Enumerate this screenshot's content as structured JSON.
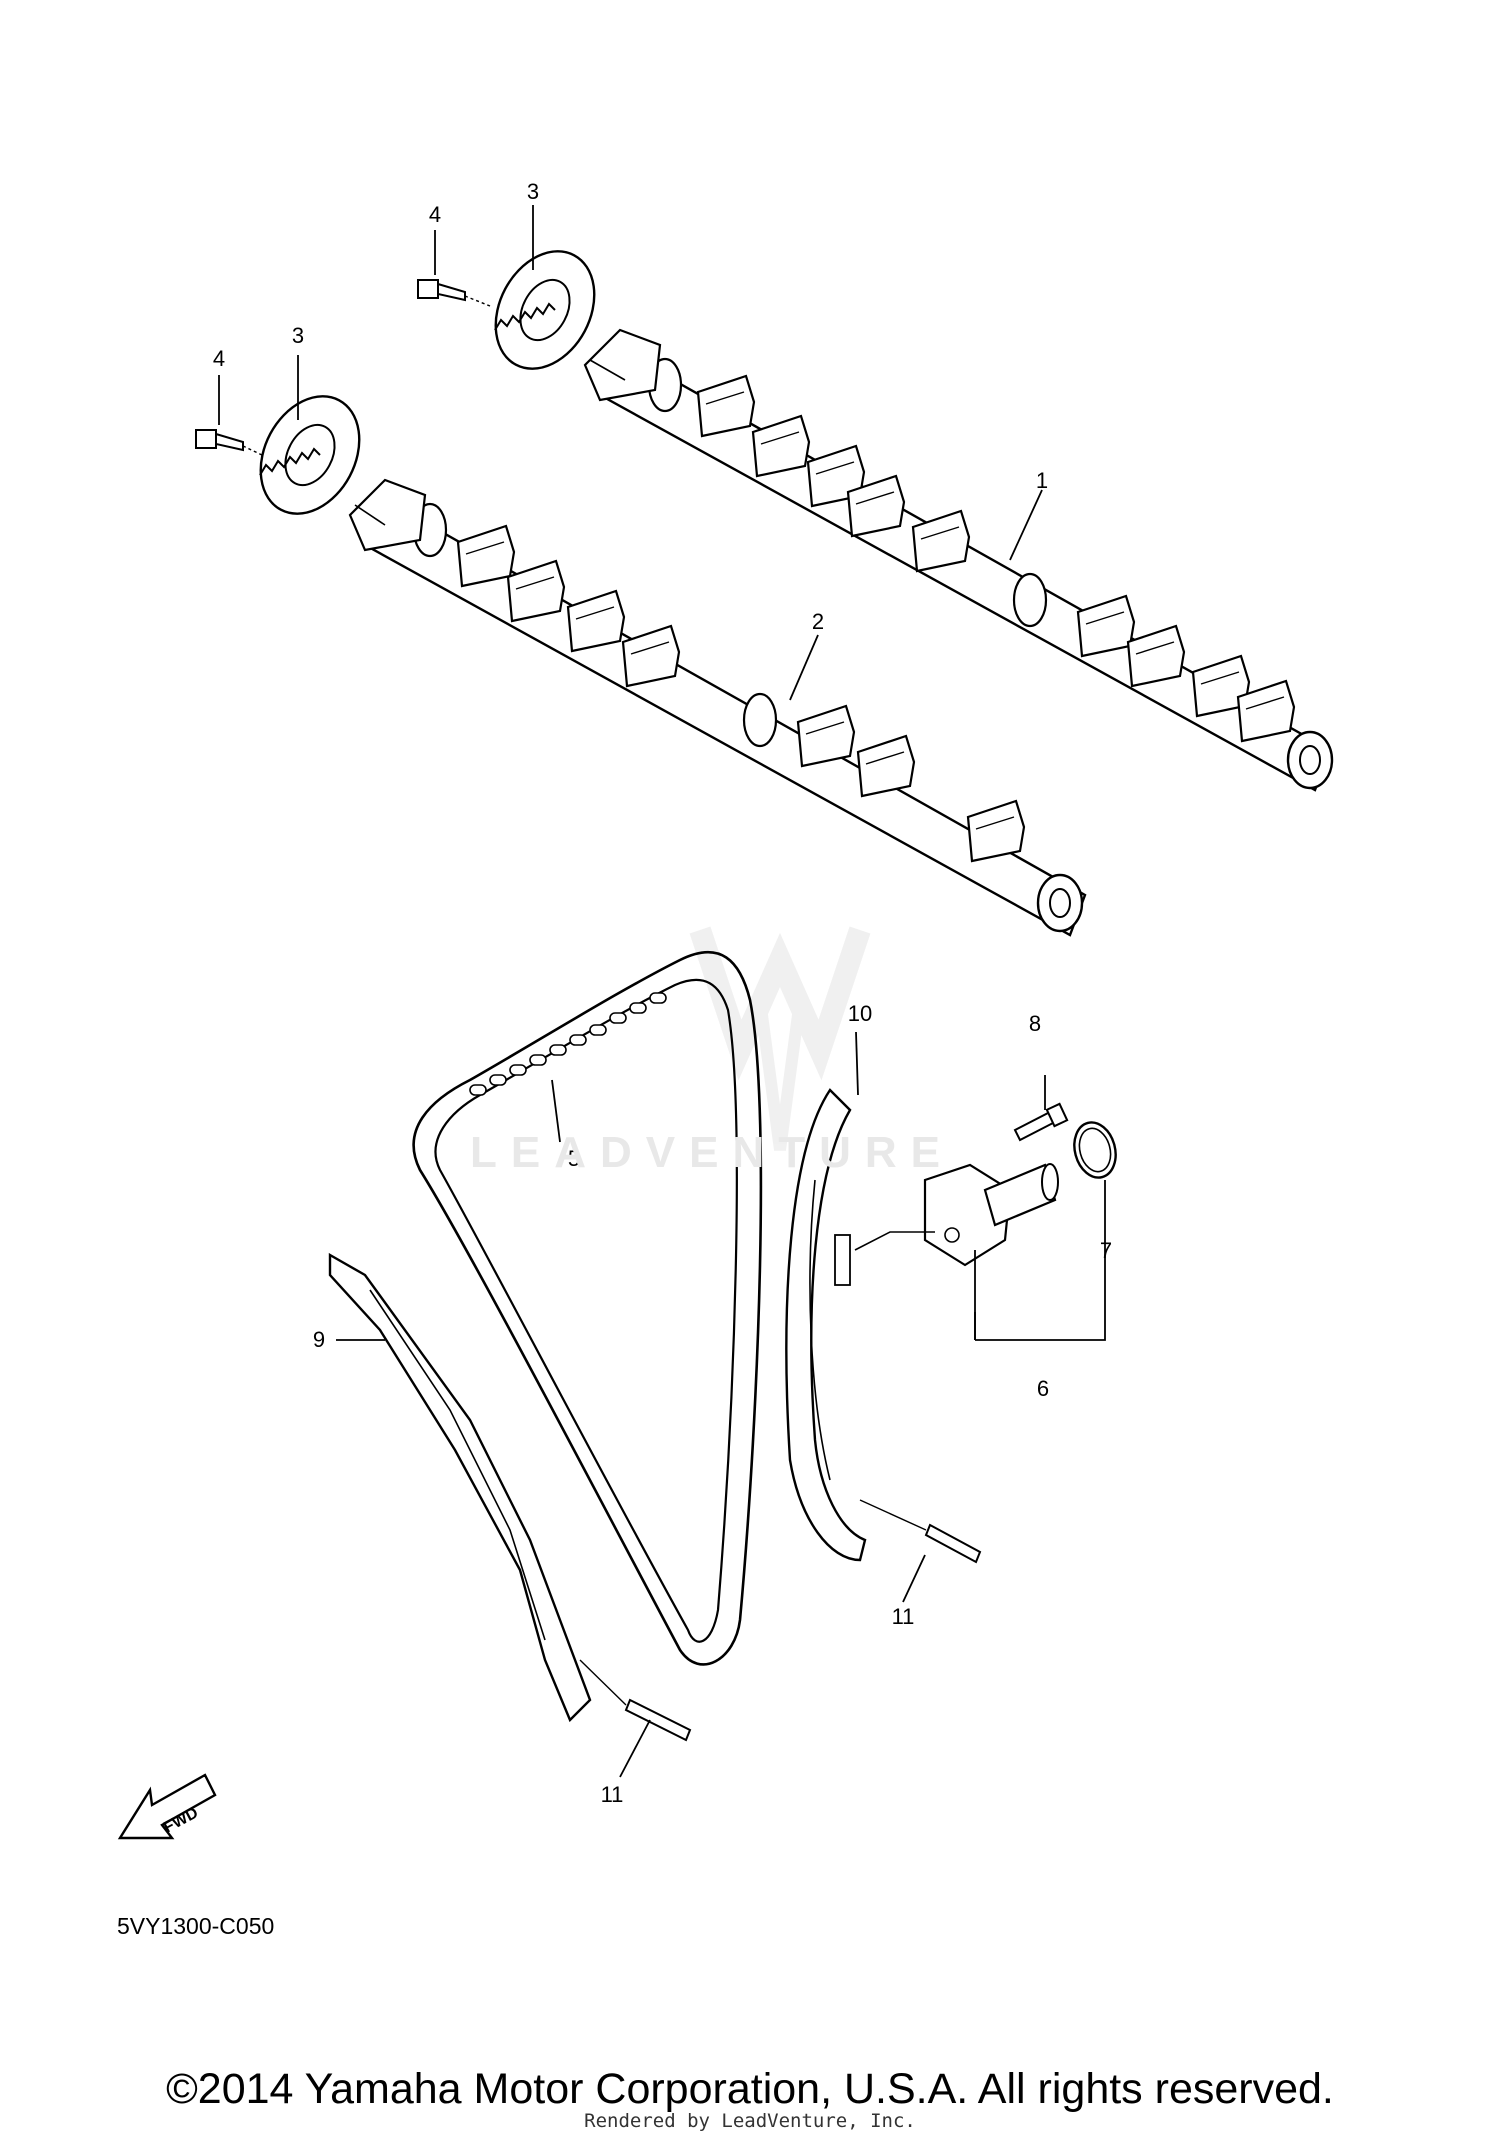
{
  "diagram": {
    "watermark": "LEADVENTURE",
    "diagram_code": "5VY1300-C050",
    "copyright": "©2014 Yamaha Motor Corporation, U.S.A. All rights reserved.",
    "rendered_by": "Rendered by LeadVenture, Inc.",
    "fwd_label": "FWD"
  },
  "callouts": [
    {
      "id": "c1",
      "label": "1"
    },
    {
      "id": "c2",
      "label": "2"
    },
    {
      "id": "c3a",
      "label": "3"
    },
    {
      "id": "c3b",
      "label": "3"
    },
    {
      "id": "c4a",
      "label": "4"
    },
    {
      "id": "c4b",
      "label": "4"
    },
    {
      "id": "c5",
      "label": "5"
    },
    {
      "id": "c6",
      "label": "6"
    },
    {
      "id": "c7",
      "label": "7"
    },
    {
      "id": "c8",
      "label": "8"
    },
    {
      "id": "c9",
      "label": "9"
    },
    {
      "id": "c10",
      "label": "10"
    },
    {
      "id": "c11a",
      "label": "11"
    },
    {
      "id": "c11b",
      "label": "11"
    }
  ]
}
